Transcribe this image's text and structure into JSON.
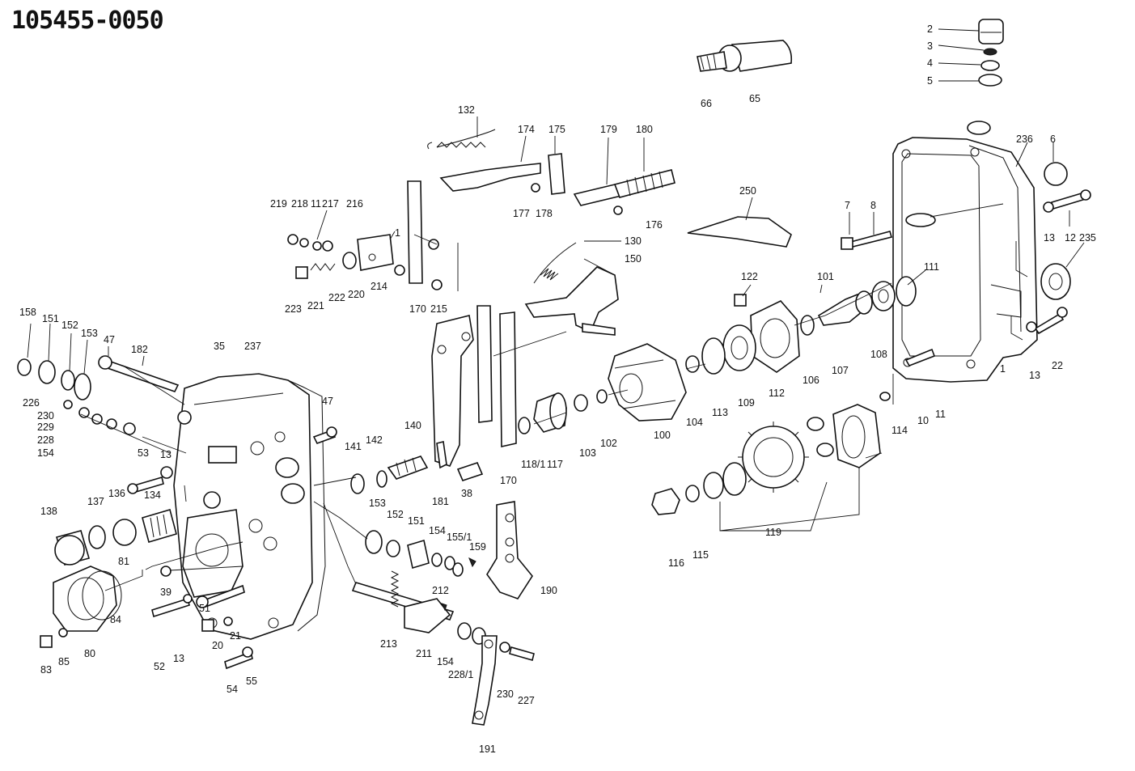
{
  "drawing_number": "105455-0050",
  "part_labels": {
    "p2": "2",
    "p3": "3",
    "p4": "4",
    "p5": "5",
    "p66": "66",
    "p65": "65",
    "p236": "236",
    "p6": "6",
    "p7": "7",
    "p8": "8",
    "p13a": "13",
    "p12": "12",
    "p235": "235",
    "p111": "111",
    "p101": "101",
    "p122": "122",
    "p22": "22",
    "p13b": "13",
    "p1": "1",
    "p11a": "11",
    "p10": "10",
    "p114": "114",
    "p108": "108",
    "p107": "107",
    "p106": "106",
    "p112": "112",
    "p109": "109",
    "p113": "113",
    "p104": "104",
    "p100": "100",
    "p102": "102",
    "p103": "103",
    "p117": "117",
    "p118_1": "118/1",
    "p170a": "170",
    "p181": "181",
    "p38": "38",
    "p140": "140",
    "p142": "142",
    "p141": "141",
    "p119": "119",
    "p115": "115",
    "p116": "116",
    "p250": "250",
    "p132": "132",
    "p174": "174",
    "p175": "175",
    "p179": "179",
    "p180": "180",
    "p177": "177",
    "p178": "178",
    "p176": "176",
    "p130": "130",
    "p150": "150",
    "p219": "219",
    "p218": "218",
    "p11b": "11",
    "p217": "217",
    "p216": "216",
    "p1b": "1",
    "p223": "223",
    "p221": "221",
    "p222": "222",
    "p220": "220",
    "p214": "214",
    "p170b": "170",
    "p215": "215",
    "p158": "158",
    "p151a": "151",
    "p152a": "152",
    "p153a": "153",
    "p47a": "47",
    "p182": "182",
    "p35": "35",
    "p237": "237",
    "p47b": "47",
    "p226": "226",
    "p230a": "230",
    "p229": "229",
    "p228": "228",
    "p154a": "154",
    "p13c": "13",
    "p53": "53",
    "p138": "138",
    "p137": "137",
    "p136": "136",
    "p134": "134",
    "p81": "81",
    "p84": "84",
    "p39": "39",
    "p51": "51",
    "p13d": "13",
    "p52": "52",
    "p80": "80",
    "p85": "85",
    "p83": "83",
    "p20": "20",
    "p21": "21",
    "p54": "54",
    "p55": "55",
    "p153b": "153",
    "p152b": "152",
    "p151b": "151",
    "p154b": "154",
    "p155_1": "155/1",
    "p159": "159",
    "p190": "190",
    "p212": "212",
    "p213": "213",
    "p211": "211",
    "p154c": "154",
    "p228_1": "228/1",
    "p230b": "230",
    "p227": "227",
    "p191": "191"
  }
}
